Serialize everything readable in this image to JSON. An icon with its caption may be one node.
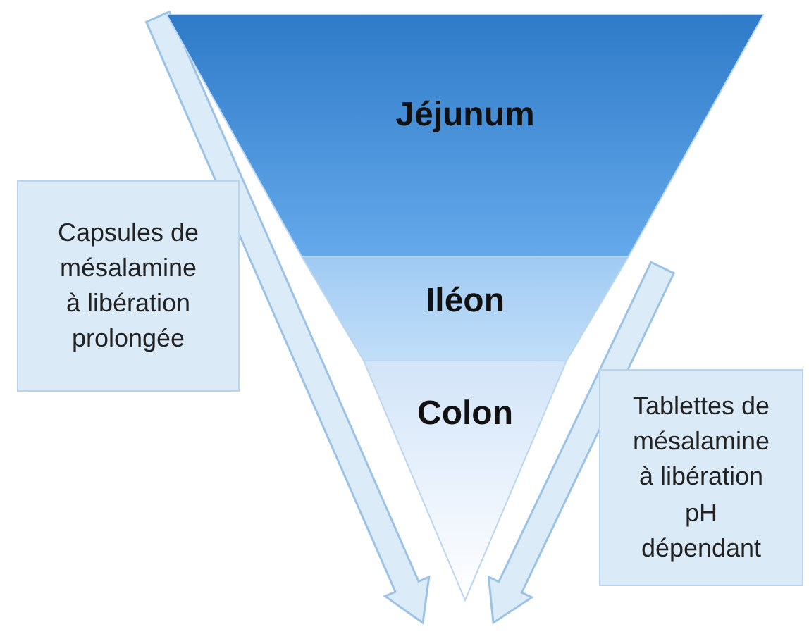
{
  "diagram": {
    "nodes": [
      {
        "text": [
          "Jéjunum"
        ]
      },
      {
        "text": [
          "Iléon"
        ]
      },
      {
        "text": [
          "Colon"
        ]
      },
      {
        "text": [
          "Capsules de mésalamine à libération prolongée"
        ]
      },
      {
        "text": [
          "Tablettes de mésalamine à libération pH dépendant"
        ]
      }
    ],
    "edges": [
      {
        "from": 3,
        "to": null,
        "arrow": "to"
      },
      {
        "from": 4,
        "to": null,
        "arrow": "to"
      }
    ]
  }
}
